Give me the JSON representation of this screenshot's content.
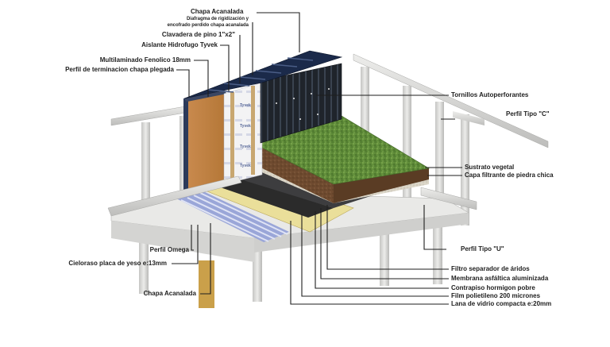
{
  "labels": {
    "chapa_top": "Chapa Acanalada",
    "diafragma_1": "Diafragma de rigidización y",
    "diafragma_2": "encofrado perdido chapa acanalada",
    "clavadera": "Clavadera de pino 1\"x2\"",
    "aislante": "Aislante Hidrofugo Tyvek",
    "multilaminado": "Multilaminado Fenolico 18mm",
    "perfil_term": "Perfil de terminacion chapa plegada",
    "tornillos": "Tornillos Autoperforantes",
    "perfil_c": "Perfil Tipo \"C\"",
    "sustrato": "Sustrato vegetal",
    "capa_filtrante": "Capa filtrante de piedra chica",
    "perfil_u": "Perfil Tipo \"U\"",
    "perfil_omega": "Perfil Omega",
    "cieloraso": "Cieloraso placa de yeso e:13mm",
    "chapa_bottom": "Chapa Acanalada",
    "filtro": "Filtro separador de áridos",
    "membrana": "Membrana asfáltica aluminizada",
    "contrapiso": "Contrapiso hormigon pobre",
    "film": "Film polietileno 200 micrones",
    "lana": "Lana de vidrio compacta e:20mm"
  },
  "wrap_brand": "Tyvek",
  "colors": {
    "label": "#1e1e1e",
    "green_roof": "#5f8a3a",
    "steel_frame": "#d9d9d7",
    "metal_sheet": "#1f242b",
    "plywood": "#c98a4e",
    "insulation_yellow": "#eadf9a",
    "ceiling_blue": "#9aa6d8"
  }
}
